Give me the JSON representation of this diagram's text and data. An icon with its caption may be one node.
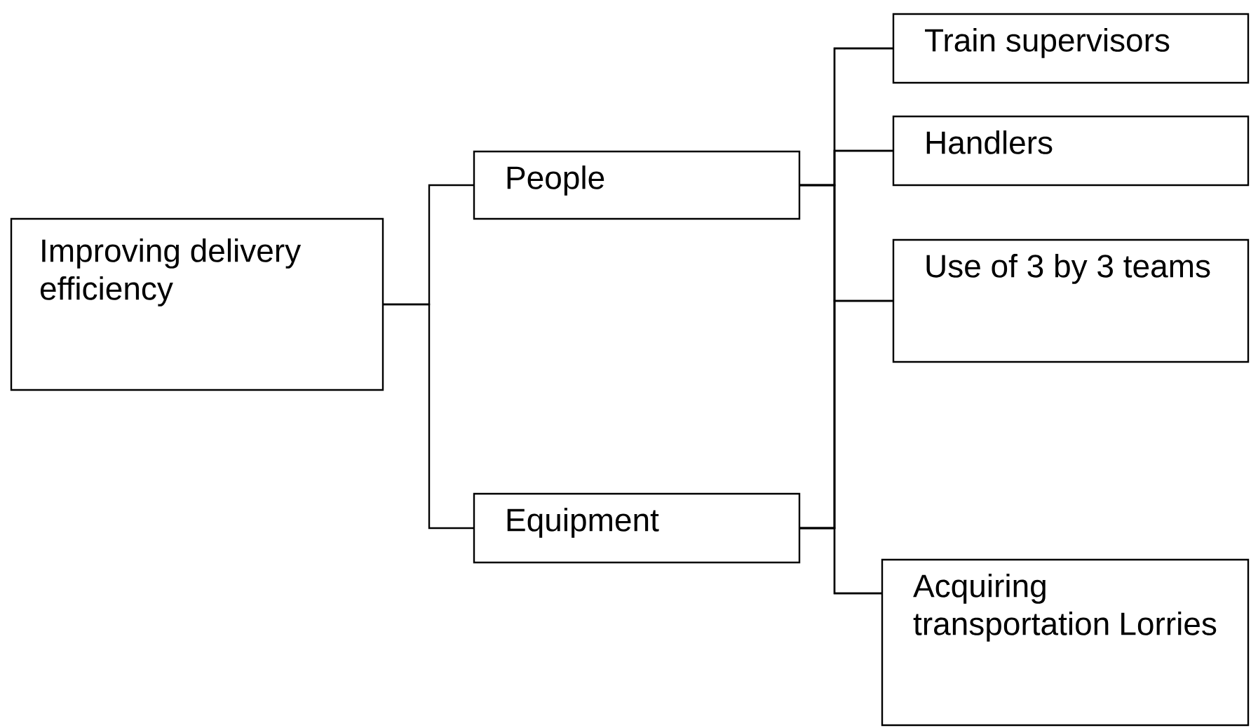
{
  "diagram": {
    "nodes": [
      {
        "text": [
          "Improving delivery efficiency"
        ]
      },
      {
        "text": [
          "People"
        ]
      },
      {
        "text": [
          "Equipment"
        ]
      },
      {
        "text": [
          "Train supervisors"
        ]
      },
      {
        "text": [
          "Handlers"
        ]
      },
      {
        "text": [
          "Use of 3 by 3 teams"
        ]
      },
      {
        "text": [
          "Acquiring transportation Lorries"
        ]
      }
    ],
    "edges": [
      {
        "from": 0,
        "to": 1,
        "arrow": "none"
      },
      {
        "from": 0,
        "to": 2,
        "arrow": "none"
      },
      {
        "from": 1,
        "to": 3,
        "arrow": "none"
      },
      {
        "from": 1,
        "to": 4,
        "arrow": "none"
      },
      {
        "from": 1,
        "to": 5,
        "arrow": "none"
      },
      {
        "from": 1,
        "to": 6,
        "arrow": "none"
      },
      {
        "from": 2,
        "to": 3,
        "arrow": "none"
      },
      {
        "from": 2,
        "to": 4,
        "arrow": "none"
      },
      {
        "from": 2,
        "to": 5,
        "arrow": "none"
      },
      {
        "from": 2,
        "to": 6,
        "arrow": "none"
      }
    ]
  }
}
